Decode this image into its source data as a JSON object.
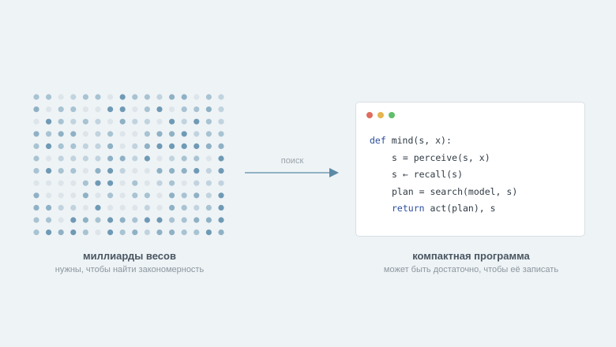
{
  "dot_grid": {
    "rows": 12,
    "cols": 16,
    "palette": [
      "#dde5ea",
      "#c1d3de",
      "#a8c3d2",
      "#8fb1c5",
      "#6f9ab5"
    ]
  },
  "left_caption": {
    "title": "миллиарды весов",
    "subtitle": "нужны, чтобы найти закономерность"
  },
  "arrow": {
    "label": "поиск",
    "color": "#5b8aa6"
  },
  "code_window": {
    "dots": {
      "red": "#e06c5f",
      "yellow": "#e6b450",
      "green": "#62be6b"
    },
    "lines": {
      "l1_kw": "def",
      "l1_rest": " mind(s, x):",
      "l2": "s = perceive(s, x)",
      "l3": "s ← recall(s)",
      "l4": "plan = search(model, s)",
      "l5_kw": "return",
      "l5_rest": " act(plan), s"
    }
  },
  "right_caption": {
    "title": "компактная программа",
    "subtitle": "может быть достаточно, чтобы её записать"
  }
}
